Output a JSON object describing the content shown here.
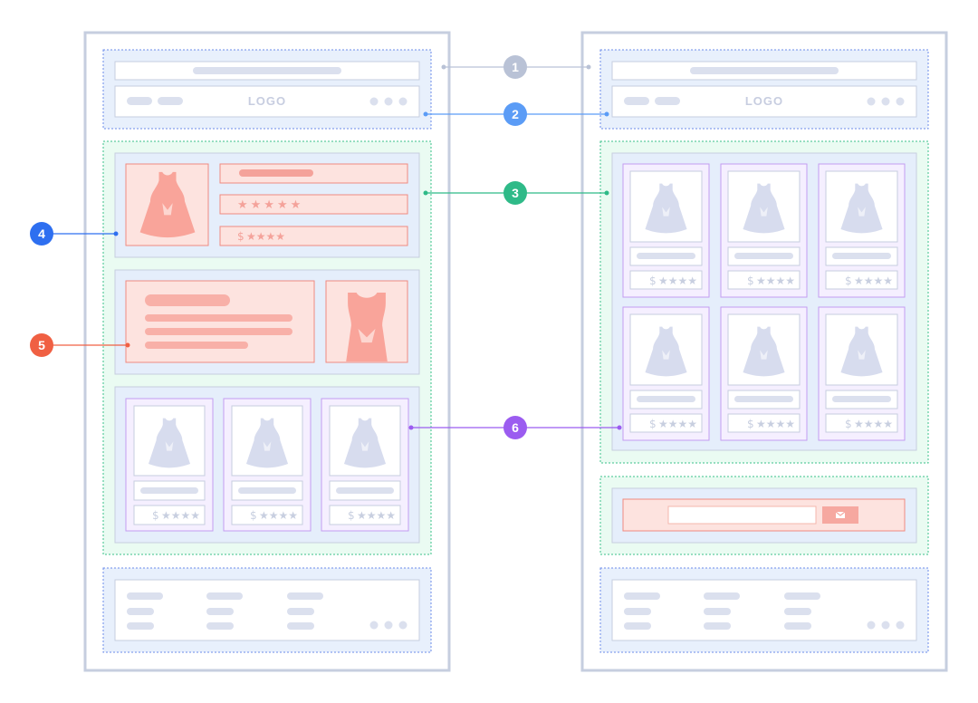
{
  "logo_text": "LOGO",
  "rating_stars": "★★★★★",
  "price_label": "$",
  "price_stars": "★★★★",
  "colors": {
    "frame": "#c6cedf",
    "header_blue": "#6b8bea",
    "content_green": "#39c08a",
    "pink_fill": "#fde3df",
    "pink_stroke": "#f08b80",
    "purple_stroke": "#c49cf0",
    "placeholder": "#dbe0ee"
  },
  "callouts": [
    {
      "number": "1",
      "meaning": "top-bar",
      "color": "#b9c2d6"
    },
    {
      "number": "2",
      "meaning": "header-nav",
      "color": "#5b9cf6"
    },
    {
      "number": "3",
      "meaning": "content-area",
      "color": "#2fba88"
    },
    {
      "number": "4",
      "meaning": "product-row",
      "color": "#2e6ff0"
    },
    {
      "number": "5",
      "meaning": "banner",
      "color": "#f06043"
    },
    {
      "number": "6",
      "meaning": "product-card",
      "color": "#9b5cf0"
    }
  ]
}
